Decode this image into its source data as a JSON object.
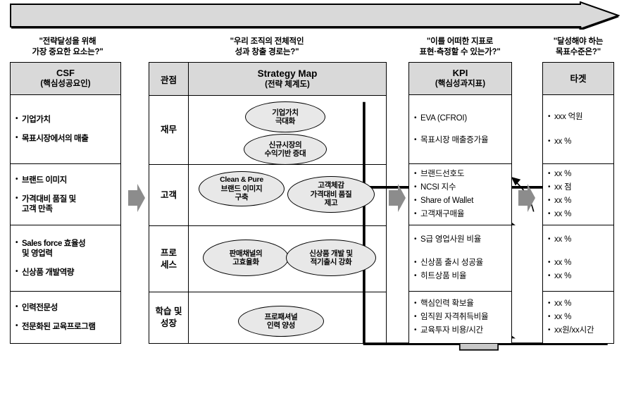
{
  "banner": {
    "name": "process-flow-arrow"
  },
  "questions": [
    {
      "id": "q-csf",
      "text": "\"전략달성을 위해\n가장 중요한 요소는?\""
    },
    {
      "id": "q-smap",
      "text": "\"우리 조직의 전체적인\n성과 창출 경로는?\""
    },
    {
      "id": "q-kpi",
      "text": "\"이를 어떠한 지표로\n표현·측정할 수 있는가?\""
    },
    {
      "id": "q-target",
      "text": "\"달성해야 하는\n목표수준은?\""
    }
  ],
  "csf": {
    "header_title": "CSF",
    "header_sub": "(핵심성공요인)",
    "rows": [
      {
        "items": [
          "기업가치",
          "목표시장에서의 매출"
        ]
      },
      {
        "items": [
          "브랜드 이미지",
          "가격대비 품질 및\n고객 만족"
        ]
      },
      {
        "items": [
          "Sales force 효율성\n및 영업력",
          "신상품 개발역량"
        ]
      },
      {
        "items": [
          "인력전문성",
          "전문화된 교육프로그램"
        ]
      }
    ]
  },
  "strategy_map": {
    "header_perspective": "관점",
    "header_title": "Strategy Map",
    "header_sub": "(전략 체계도)",
    "perspectives": [
      "재무",
      "고객",
      "프로\n세스",
      "학습 및\n성장"
    ],
    "nodes": [
      {
        "id": "n-corp-value",
        "label": "기업가치\n극대화"
      },
      {
        "id": "n-new-market",
        "label": "신규시장의\n수익기반 증대"
      },
      {
        "id": "n-clean-pure",
        "label": "Clean & Pure\n브랜드 이미지\n구축"
      },
      {
        "id": "n-cust-quality",
        "label": "고객체감\n가격대비 품질\n제고"
      },
      {
        "id": "n-channel",
        "label": "판매채널의\n고효율화"
      },
      {
        "id": "n-new-product",
        "label": "신상품 개발 및\n적기출시 강화"
      },
      {
        "id": "n-professional",
        "label": "프로패셔널\n인력 양성"
      }
    ]
  },
  "kpi": {
    "header_title": "KPI",
    "header_sub": "(핵심성과지표)",
    "rows": [
      {
        "spaced": true,
        "items": [
          "EVA (CFROI)",
          "목표시장 매출증가율"
        ]
      },
      {
        "spaced": false,
        "items": [
          "브랜드선호도",
          "NCSI 지수",
          "Share of Wallet",
          "고객재구매율"
        ]
      },
      {
        "spaced": true,
        "items": [
          "S급 영업사원 비율",
          "신상품 출시 성공율",
          "히트상품 비율"
        ]
      },
      {
        "spaced": false,
        "items": [
          "핵심인력 확보율",
          "임직원 자격취득비율",
          "교육투자 비용/시간"
        ]
      }
    ]
  },
  "target": {
    "header_title": "타겟",
    "rows": [
      {
        "spaced": true,
        "items": [
          "xxx 억원",
          "xx %"
        ]
      },
      {
        "spaced": false,
        "items": [
          "xx %",
          "xx 점",
          "xx %",
          "xx %"
        ]
      },
      {
        "spaced": true,
        "items": [
          "xx %",
          "xx %",
          "xx %"
        ]
      },
      {
        "spaced": false,
        "items": [
          "xx %",
          "xx %",
          "xx원/xx시간"
        ]
      }
    ]
  },
  "colors": {
    "header_fill": "#d9d9d9",
    "node_fill": "#e8e8e8",
    "arrow_fill": "#d9d9d9",
    "chevron_fill": "#8c8c8c",
    "line": "#000000"
  }
}
